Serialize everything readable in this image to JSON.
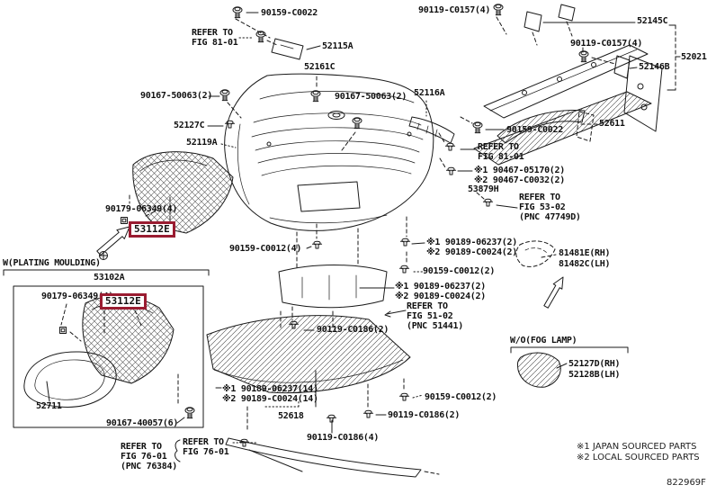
{
  "colors": {
    "highlight_box": "#9a1c31",
    "line": "#1a1a1a",
    "background": "#ffffff"
  },
  "highlighted_part": "53112E",
  "group_headers": {
    "plating_moulding": "W(PLATING MOULDING)",
    "without_fog_lamp": "W/O(FOG LAMP)"
  },
  "part_labels": {
    "p90159_c0022_a": "90159-C0022",
    "p90119_c0157_a": "90119-C0157(4)",
    "p52145c": "52145C",
    "p52115a": "52115A",
    "p90119_c0157_b": "90119-C0157(4)",
    "p52146b": "52146B",
    "p52021": "52021",
    "p52161c": "52161C",
    "p90167_50063_a": "90167-50063(2)",
    "p90167_50063_b": "90167-50063(2)",
    "p52116a": "52116A",
    "p52127c": "52127C",
    "p90159_c0022_b": "90159-C0022",
    "p52611": "52611",
    "p52119a": "52119A",
    "p90467_05170": "※1 90467-05170(2)",
    "p90467_c0032": "※2 90467-C0032(2)",
    "p53879h": "53879H",
    "p90179_06349_a": "90179-06349(4)",
    "p53112e_a": "53112E",
    "p90159_c0012_4": "90159-C0012(4)",
    "p90189_06237_2a": "※1 90189-06237(2)",
    "p90189_c0024_2a": "※2 90189-C0024(2)",
    "p90159_c0012_2a": "90159-C0012(2)",
    "p90189_06237_2b": "※1 90189-06237(2)",
    "p90189_c0024_2b": "※2 90189-C0024(2)",
    "p81481e": "81481E(RH)",
    "p81482c": "81482C(LH)",
    "p53102a": "53102A",
    "p90179_06349_b": "90179-06349(4)",
    "p53112e_b": "53112E",
    "p52711": "52711",
    "p90167_40057": "90167-40057(6)",
    "p90119_c0186_2a": "90119-C0186(2)",
    "p90189_06237_14": "※1 90189-06237(14)",
    "p90189_c0024_14": "※2 90189-C0024(14)",
    "p52618": "52618",
    "p90159_c0012_2b": "90159-C0012(2)",
    "p90119_c0186_2b": "90119-C0186(2)",
    "p90119_c0186_4": "90119-C0186(4)",
    "p52127d": "52127D(RH)",
    "p52128b": "52128B(LH)"
  },
  "notes": {
    "refer_fig_81_01_a": "REFER TO\nFIG 81-01",
    "refer_fig_81_01_b": "REFER TO\nFIG 81-01",
    "refer_fig_53_02": "REFER TO\nFIG 53-02\n(PNC 47749D)",
    "refer_fig_51_02": "REFER TO\nFIG 51-02\n(PNC 51441)",
    "refer_fig_76_01_a": "REFER TO\nFIG 76-01\n(PNC 76384)",
    "refer_fig_76_01_b": "REFER TO\nFIG 76-01"
  },
  "legend": {
    "japan_sourced": "※1 JAPAN SOURCED PARTS",
    "local_sourced": "※2 LOCAL SOURCED PARTS"
  },
  "diagram_code": "822969F"
}
